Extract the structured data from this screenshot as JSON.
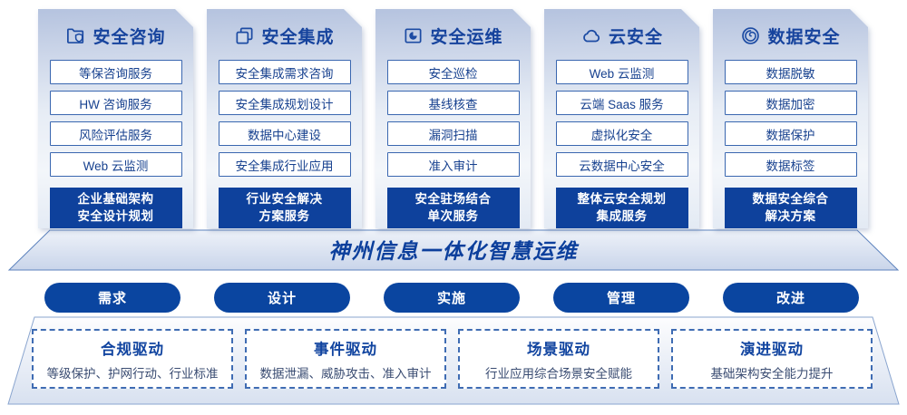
{
  "colors": {
    "brand_blue": "#0a45a0",
    "deep_box_blue": "#0e419c",
    "title_blue": "#16439d",
    "item_border_blue": "#3a67b0",
    "panel_gradient_top": "#b5c3df",
    "platform_fill": "#dbe3f1"
  },
  "columns": [
    {
      "title": "安全咨询",
      "icon": "folder-shield-icon",
      "items": [
        "等保咨询服务",
        "HW 咨询服务",
        "风险评估服务",
        "Web 云监测"
      ],
      "footer": {
        "line1": "企业基础架构",
        "line2": "安全设计规划"
      }
    },
    {
      "title": "安全集成",
      "icon": "documents-icon",
      "items": [
        "安全集成需求咨询",
        "安全集成规划设计",
        "数据中心建设",
        "安全集成行业应用"
      ],
      "footer": {
        "line1": "行业安全解决",
        "line2": "方案服务"
      }
    },
    {
      "title": "安全运维",
      "icon": "folder-pie-icon",
      "items": [
        "安全巡检",
        "基线核查",
        "漏洞扫描",
        "准入审计"
      ],
      "footer": {
        "line1": "安全驻场结合",
        "line2": "单次服务"
      }
    },
    {
      "title": "云安全",
      "icon": "cloud-icon",
      "items": [
        "Web 云监测",
        "云端 Saas 服务",
        "虚拟化安全",
        "云数据中心安全"
      ],
      "footer": {
        "line1": "整体云安全规划",
        "line2": "集成服务"
      }
    },
    {
      "title": "数据安全",
      "icon": "spiral-icon",
      "items": [
        "数据脱敏",
        "数据加密",
        "数据保护",
        "数据标签"
      ],
      "footer": {
        "line1": "数据安全综合",
        "line2": "解决方案"
      }
    }
  ],
  "banner": {
    "title": "神州信息一体化智慧运维"
  },
  "process_pills": [
    "需求",
    "设计",
    "实施",
    "管理",
    "改进"
  ],
  "drivers": [
    {
      "title": "合规驱动",
      "desc": "等级保护、护网行动、行业标准"
    },
    {
      "title": "事件驱动",
      "desc": "数据泄漏、威胁攻击、准入审计"
    },
    {
      "title": "场景驱动",
      "desc": "行业应用综合场景安全赋能"
    },
    {
      "title": "演进驱动",
      "desc": "基础架构安全能力提升"
    }
  ]
}
